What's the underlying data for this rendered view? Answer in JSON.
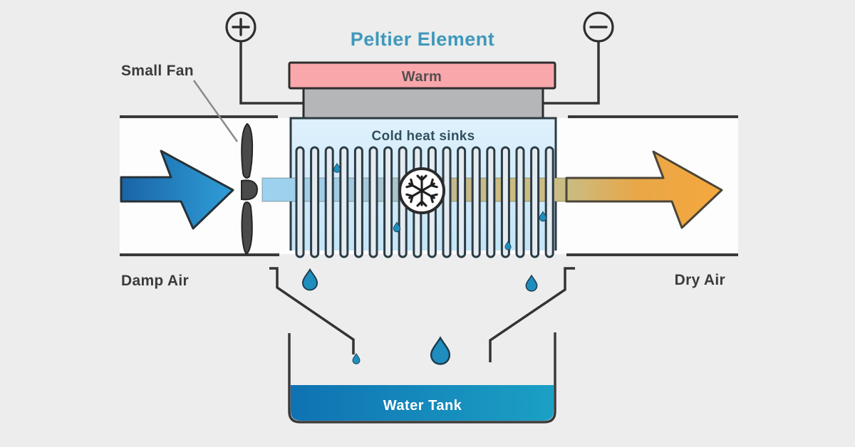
{
  "title": "Peltier Element",
  "airflow": {
    "input_label": "Damp Air",
    "output_label": "Dry Air"
  },
  "components": {
    "fan_label": "Small Fan",
    "warm_plate_label": "Warm",
    "cold_sink_label": "Cold heat sinks",
    "water_tank_label": "Water Tank"
  },
  "icons": {
    "positive_terminal": "plus-icon",
    "negative_terminal": "minus-icon",
    "cooling": "snowflake-icon",
    "condensate": "water-drop-icon",
    "fan": "fan-blades-icon"
  },
  "colors": {
    "background": "#ECEDEC",
    "duct_interior": "#FDFDFD",
    "title_text": "#3F98BC",
    "warm_plate": "#F9A7AB",
    "peltier_module": "#B5B6B7",
    "cold_sink": "#CBE7F8",
    "damp_air_arrow_start": "#1A64A7",
    "damp_air_arrow_end": "#2F9ED8",
    "dry_air_arrow": "#F4A73D",
    "cold_band": "#9CD3F1",
    "warm_band": "#CABC83",
    "water_start": "#0F72B3",
    "water_end": "#1BA0C4",
    "droplet": "#1F8DBD",
    "outline": "#2D2D2D",
    "label_text": "#3B3B3B"
  }
}
